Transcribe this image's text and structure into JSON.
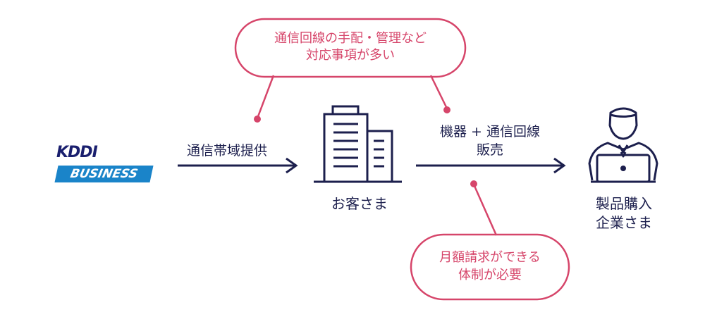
{
  "logo": {
    "brand": "KDDI",
    "sub": "BUSINESS"
  },
  "colors": {
    "navy": "#1c1f4d",
    "pink": "#d6456a",
    "logo_blue": "#1a84c9"
  },
  "nodes": {
    "customer": "お客さま",
    "buyer_line1": "製品購入",
    "buyer_line2": "企業さま"
  },
  "arrows": {
    "supply": "通信帯域提供",
    "sale_line1": "機器 + 通信回線",
    "sale_line2": "販売"
  },
  "callouts": {
    "top_line1": "通信回線の手配・管理など",
    "top_line2": "対応事項が多い",
    "bottom_line1": "月額請求ができる",
    "bottom_line2": "体制が必要"
  },
  "icons": [
    "building-icon",
    "person-laptop-icon"
  ]
}
